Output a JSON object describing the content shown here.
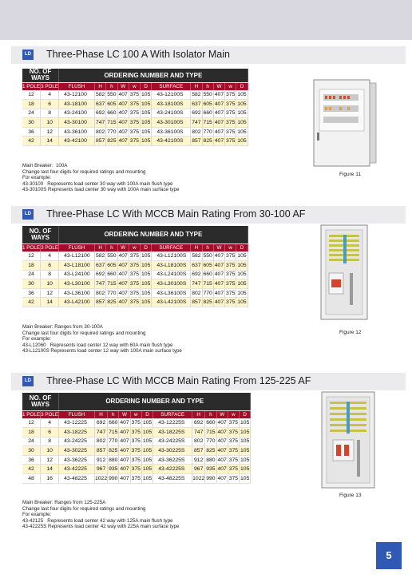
{
  "brand": {
    "logo_text": "LD",
    "accent": "#2f59b5",
    "header_dark": "#2b2b2b",
    "header_red": "#a30d2a",
    "row_highlight": "#fff6ce"
  },
  "sections": [
    {
      "title": "Three-Phase LC 100 A With Isolator Main",
      "header_no_ways": "NO. OF WAYS",
      "header_ordering": "ORDERING NUMBER AND TYPE",
      "columns": [
        "1 POLE",
        "3 POLE",
        "FLUSH",
        "H",
        "h",
        "W",
        "w",
        "D",
        "SURFACE",
        "H",
        "h",
        "W",
        "w",
        "D"
      ],
      "rows": [
        [
          "12",
          "4",
          "43-12100",
          "582",
          "550",
          "407",
          "375",
          "105",
          "43-12100S",
          "582",
          "550",
          "407",
          "375",
          "105"
        ],
        [
          "18",
          "6",
          "43-18100",
          "637",
          "605",
          "407",
          "375",
          "105",
          "43-18100S",
          "637",
          "605",
          "407",
          "375",
          "105"
        ],
        [
          "24",
          "8",
          "43-24100",
          "692",
          "660",
          "407",
          "375",
          "105",
          "43-24100S",
          "692",
          "660",
          "407",
          "375",
          "105"
        ],
        [
          "30",
          "10",
          "43-30100",
          "747",
          "715",
          "407",
          "375",
          "105",
          "43-30100S",
          "747",
          "715",
          "407",
          "375",
          "105"
        ],
        [
          "36",
          "12",
          "43-36100",
          "802",
          "770",
          "407",
          "375",
          "105",
          "43-36100S",
          "802",
          "770",
          "407",
          "375",
          "105"
        ],
        [
          "42",
          "14",
          "43-42100",
          "857",
          "825",
          "407",
          "375",
          "105",
          "43-42100S",
          "857",
          "825",
          "407",
          "375",
          "105"
        ]
      ],
      "notes": [
        "Main Breaker:  100A",
        "Change last four digits for required ratings and mounting",
        "For example:",
        "43-30100   Represents load center 30 way with 100A main flush type",
        "43-30100S Represents load center 30 way with 100A main surface type"
      ],
      "figure": "Figure 11"
    },
    {
      "title": "Three-Phase LC With MCCB Main Rating From 30-100 AF",
      "header_no_ways": "NO. OF WAYS",
      "header_ordering": "ORDERING NUMBER AND TYPE",
      "columns": [
        "1 POLE",
        "3 POLE",
        "FLUSH",
        "H",
        "h",
        "W",
        "w",
        "D",
        "SURFACE",
        "H",
        "h",
        "W",
        "w",
        "D"
      ],
      "rows": [
        [
          "12",
          "4",
          "43-L12100",
          "582",
          "550",
          "407",
          "375",
          "105",
          "43-L12100S",
          "582",
          "550",
          "407",
          "375",
          "105"
        ],
        [
          "18",
          "6",
          "43-L18100",
          "637",
          "605",
          "407",
          "375",
          "105",
          "43-L18100S",
          "637",
          "605",
          "407",
          "375",
          "105"
        ],
        [
          "24",
          "8",
          "43-L24100",
          "692",
          "660",
          "407",
          "375",
          "105",
          "43-L24100S",
          "692",
          "660",
          "407",
          "375",
          "105"
        ],
        [
          "30",
          "10",
          "43-L30100",
          "747",
          "715",
          "407",
          "375",
          "105",
          "43-L30100S",
          "747",
          "715",
          "407",
          "375",
          "105"
        ],
        [
          "36",
          "12",
          "43-L36100",
          "802",
          "770",
          "407",
          "375",
          "105",
          "43-L36100S",
          "802",
          "770",
          "407",
          "375",
          "105"
        ],
        [
          "42",
          "14",
          "43-L42100",
          "857",
          "825",
          "407",
          "375",
          "105",
          "43-L42100S",
          "857",
          "825",
          "407",
          "375",
          "105"
        ]
      ],
      "notes": [
        "Main Breaker: Ranges from 30-100A",
        "Change last four digits for required ratings and mounting",
        "For example:",
        "43-L12060   Represents load center 12 way with 60A main flush type",
        "43-L12100S Represents load center 12 way with 100A main surface type"
      ],
      "figure": "Figure 12"
    },
    {
      "title": "Three-Phase LC With MCCB Main Rating From 125-225 AF",
      "header_no_ways": "NO. OF WAYS",
      "header_ordering": "ORDERING NUMBER AND TYPE",
      "columns": [
        "1 POLE",
        "3 POLE",
        "FLUSH",
        "H",
        "h",
        "W",
        "w",
        "D",
        "SURFACE",
        "H",
        "h",
        "W",
        "w",
        "D"
      ],
      "rows": [
        [
          "12",
          "4",
          "43-12225",
          "692",
          "660",
          "407",
          "375",
          "105",
          "43-12225S",
          "692",
          "660",
          "407",
          "375",
          "105"
        ],
        [
          "18",
          "6",
          "43-18225",
          "747",
          "715",
          "407",
          "375",
          "105",
          "43-18225S",
          "747",
          "715",
          "407",
          "375",
          "105"
        ],
        [
          "24",
          "8",
          "43-24225",
          "802",
          "770",
          "407",
          "375",
          "105",
          "43-24225S",
          "802",
          "770",
          "407",
          "375",
          "105"
        ],
        [
          "30",
          "10",
          "43-30225",
          "857",
          "825",
          "407",
          "375",
          "105",
          "43-30225S",
          "857",
          "825",
          "407",
          "375",
          "105"
        ],
        [
          "36",
          "12",
          "43-36225",
          "912",
          "880",
          "407",
          "375",
          "105",
          "43-36225S",
          "912",
          "880",
          "407",
          "375",
          "105"
        ],
        [
          "42",
          "14",
          "43-42225",
          "967",
          "935",
          "407",
          "375",
          "105",
          "43-42225S",
          "967",
          "935",
          "407",
          "375",
          "105"
        ],
        [
          "48",
          "16",
          "43-48225",
          "1022",
          "990",
          "407",
          "375",
          "105",
          "43-48225S",
          "1022",
          "990",
          "407",
          "375",
          "105"
        ]
      ],
      "notes": [
        "Main Breaker: Ranges from 125-225A",
        "Change last four digits for required ratings and mounting",
        "For example:",
        "43-42125   Represents load center 42 way with 125A main flush type",
        "43-42225S Represents load center 42 way with 225A main surface type"
      ],
      "figure": "Figure 13"
    }
  ],
  "page_number": "5"
}
